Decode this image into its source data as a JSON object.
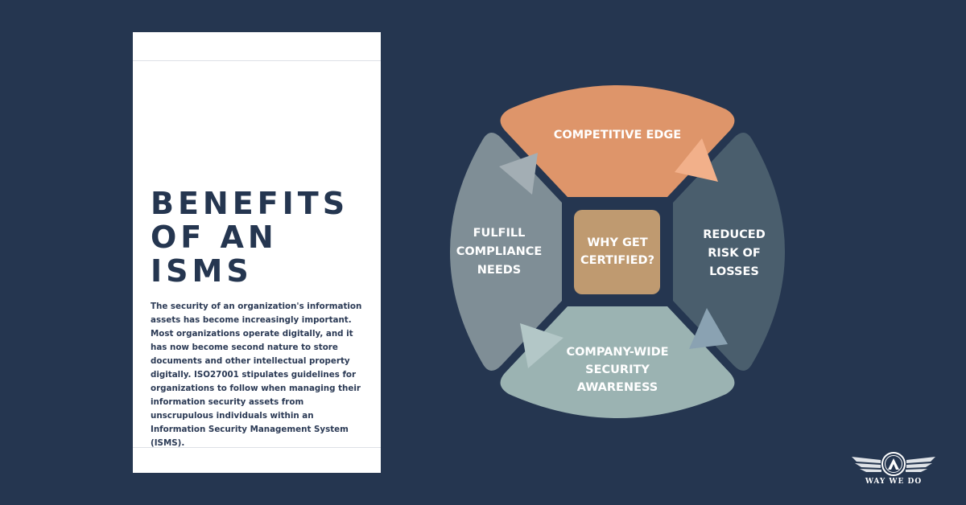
{
  "card": {
    "title_lines": [
      "BENEFITS",
      "OF AN",
      "ISMS"
    ],
    "body": "The security of an organization's information assets has become increasingly important. Most organizations operate digitally, and it has now become second nature to store documents and other intellectual property digitally. ISO27001 stipulates guidelines for organizations to follow when managing their information security assets from unscrupulous individuals within an Information Security Management System (ISMS)."
  },
  "cycle": {
    "center": [
      "WHY GET",
      "CERTIFIED?"
    ],
    "top": [
      "COMPETITIVE EDGE"
    ],
    "right": [
      "REDUCED",
      "RISK OF",
      "LOSSES"
    ],
    "bottom": [
      "COMPANY-WIDE",
      "SECURITY",
      "AWARENESS"
    ],
    "left": [
      "FULFILL",
      "COMPLIANCE",
      "NEEDS"
    ],
    "colors": {
      "top": "#DE956A",
      "right": "#4A5E6D",
      "bottom": "#9BB3B2",
      "left": "#7F8E96",
      "center": "#BF9A70"
    }
  },
  "logo": {
    "text": "WAY WE DO"
  }
}
